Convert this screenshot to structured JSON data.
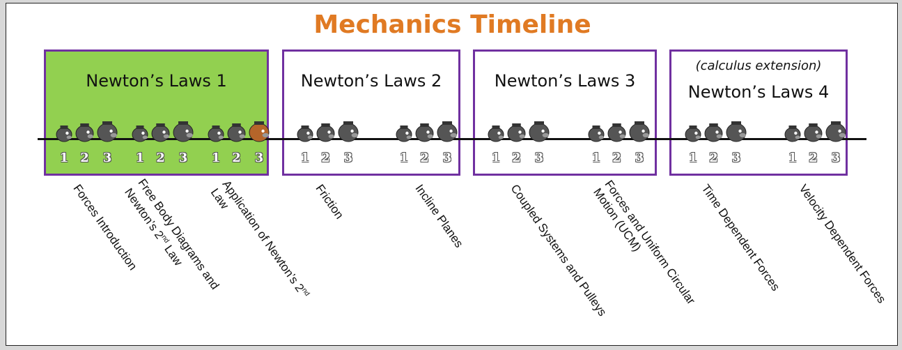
{
  "title": "Mechanics Timeline",
  "colors": {
    "title": "#e07a23",
    "box_border": "#7030a0",
    "active_box_fill": "#92d050",
    "marker": "#555555",
    "marker_current": "#b5652a"
  },
  "units": [
    {
      "title": "Newton’s Laws 1",
      "subtitle": "",
      "active": true,
      "numbers": [
        "1",
        "2",
        "3",
        "1",
        "2",
        "3",
        "1",
        "2",
        "3"
      ]
    },
    {
      "title": "Newton’s Laws 2",
      "subtitle": "",
      "active": false,
      "numbers": [
        "1",
        "2",
        "3",
        "1",
        "2",
        "3"
      ]
    },
    {
      "title": "Newton’s Laws 3",
      "subtitle": "",
      "active": false,
      "numbers": [
        "1",
        "2",
        "3",
        "1",
        "2",
        "3"
      ]
    },
    {
      "title": "Newton’s Laws 4",
      "subtitle": "(calculus extension)",
      "active": false,
      "numbers": [
        "1",
        "2",
        "3",
        "1",
        "2",
        "3"
      ]
    }
  ],
  "topics": {
    "forces_intro": "Forces Introduction",
    "fbd_line1": "Free Body Diagrams and",
    "fbd_line2": "Newton’s 2",
    "fbd_line2_sup": "nd",
    "fbd_line2_end": " Law",
    "app_line1": "Application of Newton’s 2",
    "app_line1_sup": "nd",
    "app_line2": "Law",
    "friction": "Friction",
    "incline": "Incline Planes",
    "coupled": "Coupled Systems and Pulleys",
    "ucm_line1": "Forces and Uniform Circular",
    "ucm_line2": "Motion (UCM)",
    "time_dep": "Time Dependent Forces",
    "vel_dep": "Velocity Dependent Forces"
  },
  "icons": {
    "marker": "lesson-marker-icon"
  }
}
